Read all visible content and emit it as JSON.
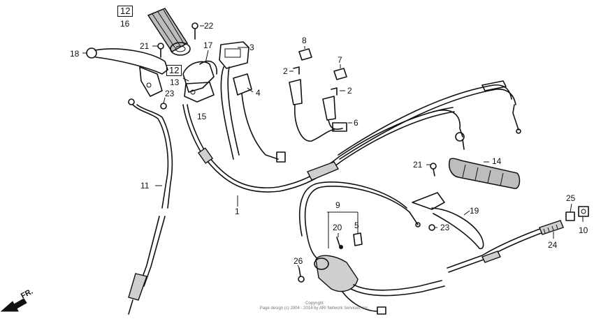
{
  "callouts": [
    {
      "id": "c12a",
      "text": "12",
      "boxed": true
    },
    {
      "id": "c16",
      "text": "16"
    },
    {
      "id": "c22",
      "text": "22"
    },
    {
      "id": "c21a",
      "text": "21"
    },
    {
      "id": "c18",
      "text": "18"
    },
    {
      "id": "c17",
      "text": "17"
    },
    {
      "id": "c3",
      "text": "3"
    },
    {
      "id": "c12b",
      "text": "12",
      "boxed": true
    },
    {
      "id": "c13",
      "text": "13"
    },
    {
      "id": "c23a",
      "text": "23"
    },
    {
      "id": "c15",
      "text": "15"
    },
    {
      "id": "c4",
      "text": "4"
    },
    {
      "id": "c8",
      "text": "8"
    },
    {
      "id": "c2a",
      "text": "2"
    },
    {
      "id": "c7",
      "text": "7"
    },
    {
      "id": "c2b",
      "text": "2"
    },
    {
      "id": "c6",
      "text": "6"
    },
    {
      "id": "c11",
      "text": "11"
    },
    {
      "id": "c1",
      "text": "1"
    },
    {
      "id": "c21b",
      "text": "21"
    },
    {
      "id": "c14",
      "text": "14"
    },
    {
      "id": "c9",
      "text": "9"
    },
    {
      "id": "c20",
      "text": "20"
    },
    {
      "id": "c5",
      "text": "5"
    },
    {
      "id": "c23b",
      "text": "23"
    },
    {
      "id": "c19",
      "text": "19"
    },
    {
      "id": "c25",
      "text": "25"
    },
    {
      "id": "c10",
      "text": "10"
    },
    {
      "id": "c24",
      "text": "24"
    },
    {
      "id": "c26",
      "text": "26"
    }
  ],
  "direction_label": "FR.",
  "footer": {
    "line1": "Copyright",
    "line2": "Page design (c) 2004 - 2014 by ARI Network Services, Inc."
  }
}
